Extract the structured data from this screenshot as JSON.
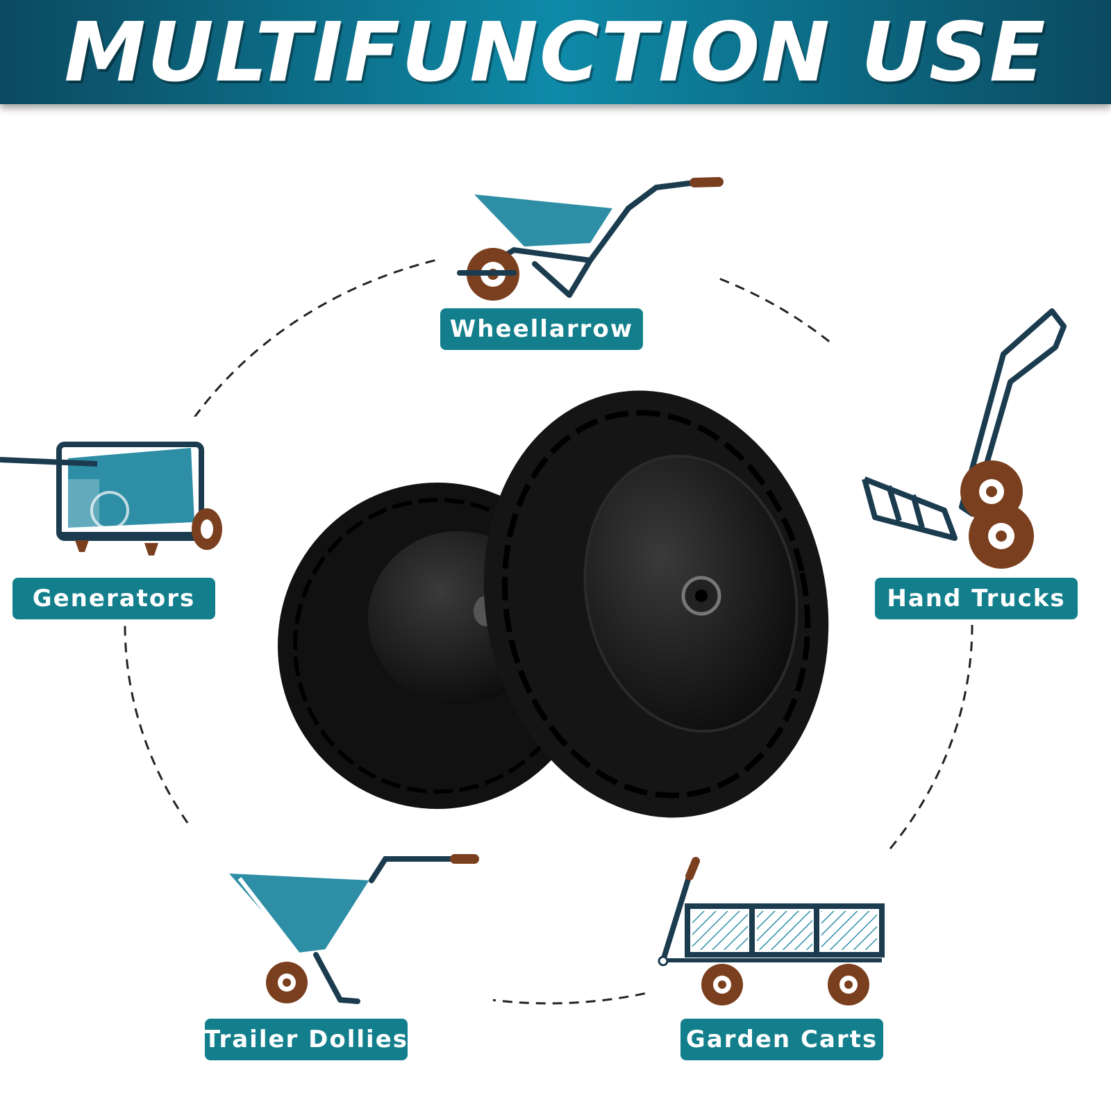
{
  "banner": {
    "title": "MULTIFUNCTION USE"
  },
  "colors": {
    "banner_dark": "#0b4a60",
    "banner_mid": "#0e8aa8",
    "label_bg": "#137f8c",
    "icon_teal": "#2e8ea6",
    "icon_navy": "#1b3b4f",
    "icon_brown": "#7a3f1e",
    "tire": "#111111"
  },
  "uses": [
    {
      "label": "Wheellarrow",
      "icon": "wheelbarrow-icon"
    },
    {
      "label": "Hand Trucks",
      "icon": "hand-truck-icon"
    },
    {
      "label": "Generators",
      "icon": "generator-icon"
    },
    {
      "label": "Trailer Dollies",
      "icon": "trailer-dolly-icon"
    },
    {
      "label": "Garden Carts",
      "icon": "garden-cart-icon"
    }
  ],
  "product": {
    "icon": "tire-pair-icon"
  }
}
